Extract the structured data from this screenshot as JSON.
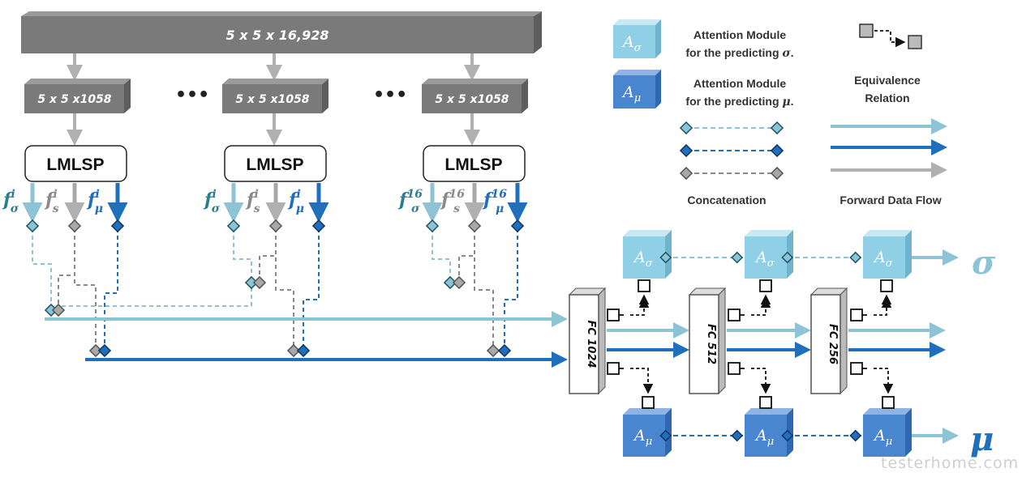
{
  "top_bar": {
    "label": "5 x 5 x 16,928"
  },
  "branches": [
    {
      "label": "5 x 5 x1058",
      "module": "LMLSP",
      "f_sigma_sup": "i",
      "f_s_sup": "i",
      "f_mu_sup": "i"
    },
    {
      "label": "5 x 5 x1058",
      "module": "LMLSP",
      "f_sigma_sup": "i",
      "f_s_sup": "i",
      "f_mu_sup": "i"
    },
    {
      "label": "5 x 5 x1058",
      "module": "LMLSP",
      "f_sigma_sup": "16",
      "f_s_sup": "16",
      "f_mu_sup": "16"
    }
  ],
  "feature_symbol": "f",
  "ellipsis": "•••",
  "fc_layers": [
    {
      "label": "FC 1024"
    },
    {
      "label": "FC 512"
    },
    {
      "label": "FC 256"
    }
  ],
  "attention": {
    "letter": "A",
    "sigma_sub": "σ",
    "mu_sub": "μ"
  },
  "outputs": {
    "sigma": "σ",
    "mu": "μ"
  },
  "legend": {
    "att_sigma_line1": "Attention Module",
    "att_sigma_line2": "for the predicting ",
    "att_sigma_sym": "σ",
    "att_mu_line1": "Attention Module",
    "att_mu_line2": "for the predicting ",
    "att_mu_sym": "μ",
    "equivalence_line1": "Equivalence",
    "equivalence_line2": "Relation",
    "concatenation": "Concatenation",
    "forward": "Forward Data Flow"
  },
  "colors": {
    "sigma": "#8ec3d6",
    "mu": "#1f6fbd",
    "shared": "#a8a8a8",
    "bar": "#7a7a7a",
    "att_sigma": "#8fd0e6",
    "att_mu": "#4a86cf",
    "feat_sigma": "#2c7f92",
    "feat_mu": "#1f6fbd",
    "feat_s": "#8a8a8a"
  },
  "watermark": "testerhome.com"
}
